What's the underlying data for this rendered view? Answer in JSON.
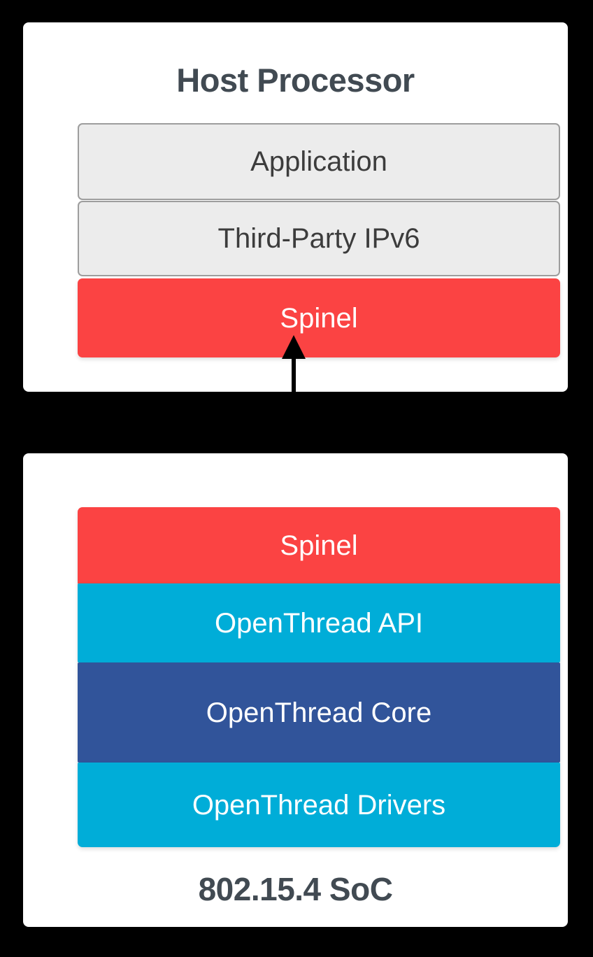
{
  "diagram": {
    "title": "OpenThread NCP / RCP architecture stack",
    "background_color": "#000000",
    "palette": {
      "card": "#FFFFFF",
      "plain_layer": "#ECECEC",
      "plain_layer_border": "#9D9D9D",
      "plain_layer_text": "#3C3C3C",
      "spinel_red": "#FB4343",
      "openthread_cyan": "#00ADD8",
      "openthread_navy": "#31549A",
      "heading_text": "#414A52",
      "arrow": "#000000"
    }
  },
  "host_panel": {
    "title": "Host Processor",
    "layers": [
      {
        "label": "Application",
        "style": "plain"
      },
      {
        "label": "Third-Party IPv6",
        "style": "plain"
      },
      {
        "label": "Spinel",
        "style": "red"
      }
    ]
  },
  "connector": {
    "name": "spinel-link",
    "direction": "bidirectional",
    "label": ""
  },
  "soc_panel": {
    "title": "802.15.4 SoC",
    "layers": [
      {
        "label": "Spinel",
        "style": "red"
      },
      {
        "label": "OpenThread API",
        "style": "cyan"
      },
      {
        "label": "OpenThread Core",
        "style": "navy"
      },
      {
        "label": "OpenThread Drivers",
        "style": "cyan"
      }
    ]
  }
}
